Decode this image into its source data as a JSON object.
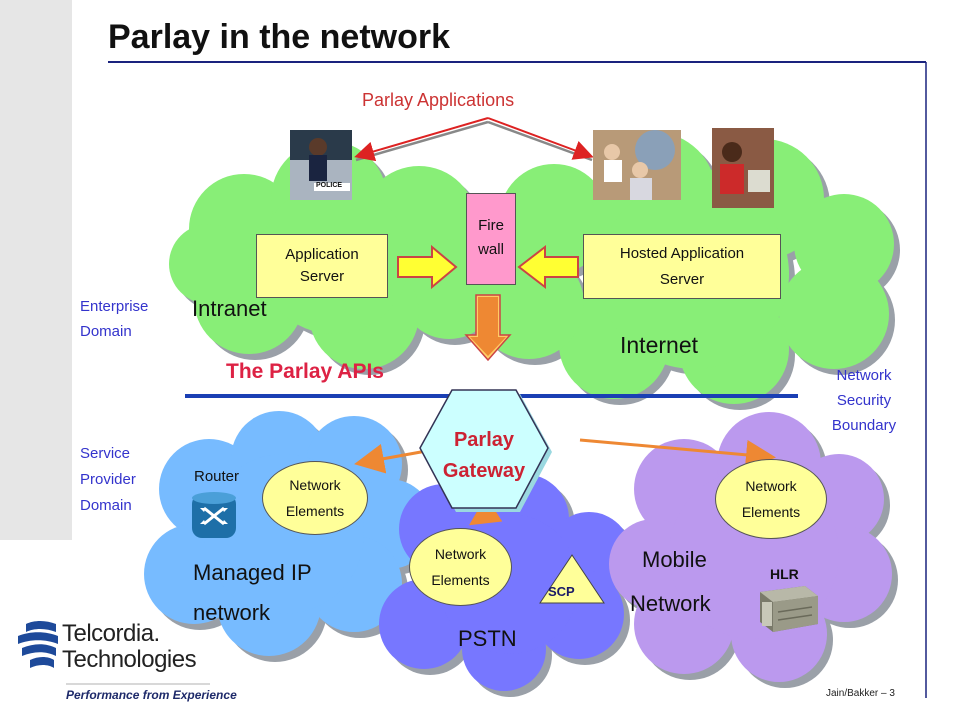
{
  "page": {
    "title": "Parlay in the network",
    "footer": "Jain/Bakker – 3"
  },
  "labels": {
    "parlay_applications": "Parlay Applications",
    "enterprise_domain_l1": "Enterprise",
    "enterprise_domain_l2": "Domain",
    "service_provider_l1": "Service",
    "service_provider_l2": "Provider",
    "service_provider_l3": "Domain",
    "network_security_l1": "Network",
    "network_security_l2": "Security",
    "network_security_l3": "Boundary",
    "parlay_apis": "The Parlay APIs"
  },
  "clouds": {
    "intranet": "Intranet",
    "internet": "Internet",
    "managed_ip_l1": "Managed IP",
    "managed_ip_l2": "network",
    "pstn": "PSTN",
    "mobile_l1": "Mobile",
    "mobile_l2": "Network"
  },
  "boxes": {
    "app_server_l1": "Application",
    "app_server_l2": "Server",
    "firewall_l1": "Fire",
    "firewall_l2": "wall",
    "hosted_l1": "Hosted Application",
    "hosted_l2": "Server"
  },
  "gateway": {
    "l1": "Parlay",
    "l2": "Gateway"
  },
  "elements": {
    "ne_l1": "Network",
    "ne_l2": "Elements",
    "router": "Router",
    "scp": "SCP",
    "hlr": "HLR"
  },
  "photos": {
    "police_text": "POLICE"
  },
  "logo": {
    "line1": "Telcordia.",
    "line2": "Technologies",
    "tagline": "Performance from Experience"
  },
  "colors": {
    "title_rule": "#1a237e",
    "accent_red": "#cc3333",
    "domain_blue": "#3333cc",
    "api_line": "#1a3fb4",
    "cloud_green": "#88ee77",
    "cloud_blue": "#77bbff",
    "cloud_purple": "#bb99ee",
    "box_yellow": "#ffff99",
    "firewall_pink": "#ff99cc",
    "gateway_cyan": "#ccffff"
  }
}
